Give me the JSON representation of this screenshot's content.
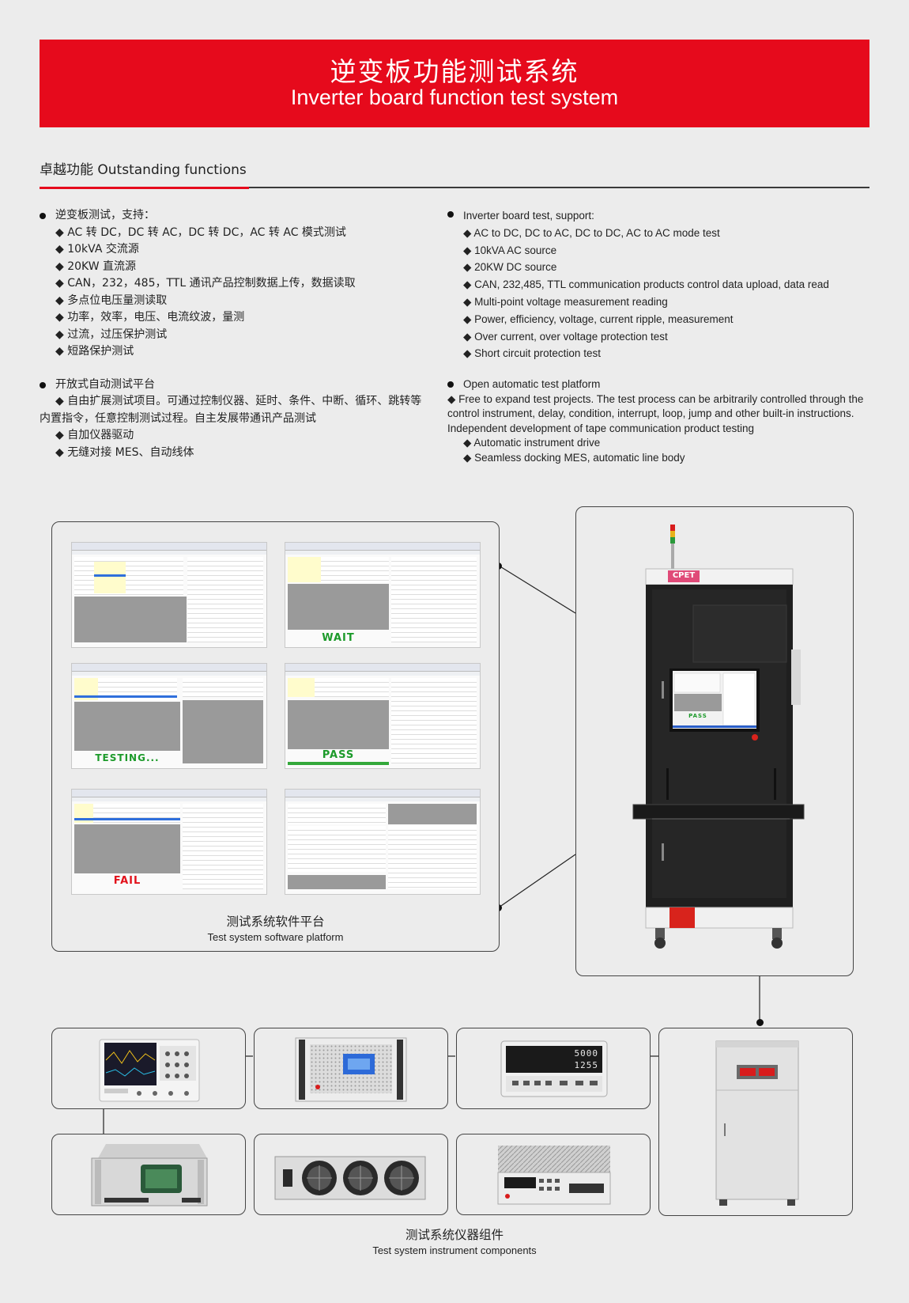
{
  "header": {
    "title_cn": "逆变板功能测试系统",
    "title_en": "Inverter board function test system"
  },
  "section": {
    "heading": "卓越功能 Outstanding functions"
  },
  "features_cn": {
    "group1_title": "逆变板测试，支持：",
    "group1_items": [
      "◆ AC 转 DC，DC 转 AC，DC 转 DC，AC 转 AC 模式测试",
      "◆ 10kVA 交流源",
      "◆ 20KW 直流源",
      "◆ CAN，232，485，TTL 通讯产品控制数据上传，数据读取",
      "◆ 多点位电压量测读取",
      "◆ 功率，效率，电压、电流纹波，量测",
      "◆ 过流，过压保护测试",
      "◆ 短路保护测试"
    ],
    "group2_title": "开放式自动测试平台",
    "group2_items": [
      "◆ 自由扩展测试项目。可通过控制仪器、延时、条件、中断、循环、跳转等内置指令，任意控制测试过程。自主发展带通讯产品测试",
      "◆ 自加仪器驱动",
      "◆ 无缝对接 MES、自动线体"
    ]
  },
  "features_en": {
    "group1_title": "Inverter board test, support:",
    "group1_items": [
      "◆ AC to DC, DC to AC, DC to DC, AC to AC mode test",
      "◆ 10kVA AC source",
      "◆ 20KW DC source",
      "◆ CAN, 232,485, TTL communication products control data upload, data read",
      "◆ Multi-point voltage measurement reading",
      "◆ Power, efficiency, voltage, current ripple, measurement",
      "◆ Over current, over voltage protection test",
      "◆ Short circuit protection test"
    ],
    "group2_title": "Open automatic test platform",
    "group2_items": [
      "◆ Free to expand test projects. The test process can be arbitrarily controlled through the control instrument, delay, condition, interrupt, loop, jump and other built-in instructions. Independent development of tape communication product testing",
      "◆ Automatic instrument drive",
      "◆ Seamless docking MES, automatic line body"
    ]
  },
  "software": {
    "status_words": [
      "WAIT",
      "TESTING...",
      "PASS",
      "FAIL"
    ],
    "caption_cn": "测试系统软件平台",
    "caption_en": "Test system software platform"
  },
  "cabinet": {
    "brand": "CPET",
    "screen_status": "PASS"
  },
  "instruments": {
    "meter_display_top": "5000",
    "meter_display_bottom": "1255",
    "caption_cn": "测试系统仪器组件",
    "caption_en": "Test system instrument components"
  },
  "colors": {
    "accent_red": "#e60a1c",
    "pass_green": "#1c9a2a",
    "fail_red": "#e2111b"
  }
}
